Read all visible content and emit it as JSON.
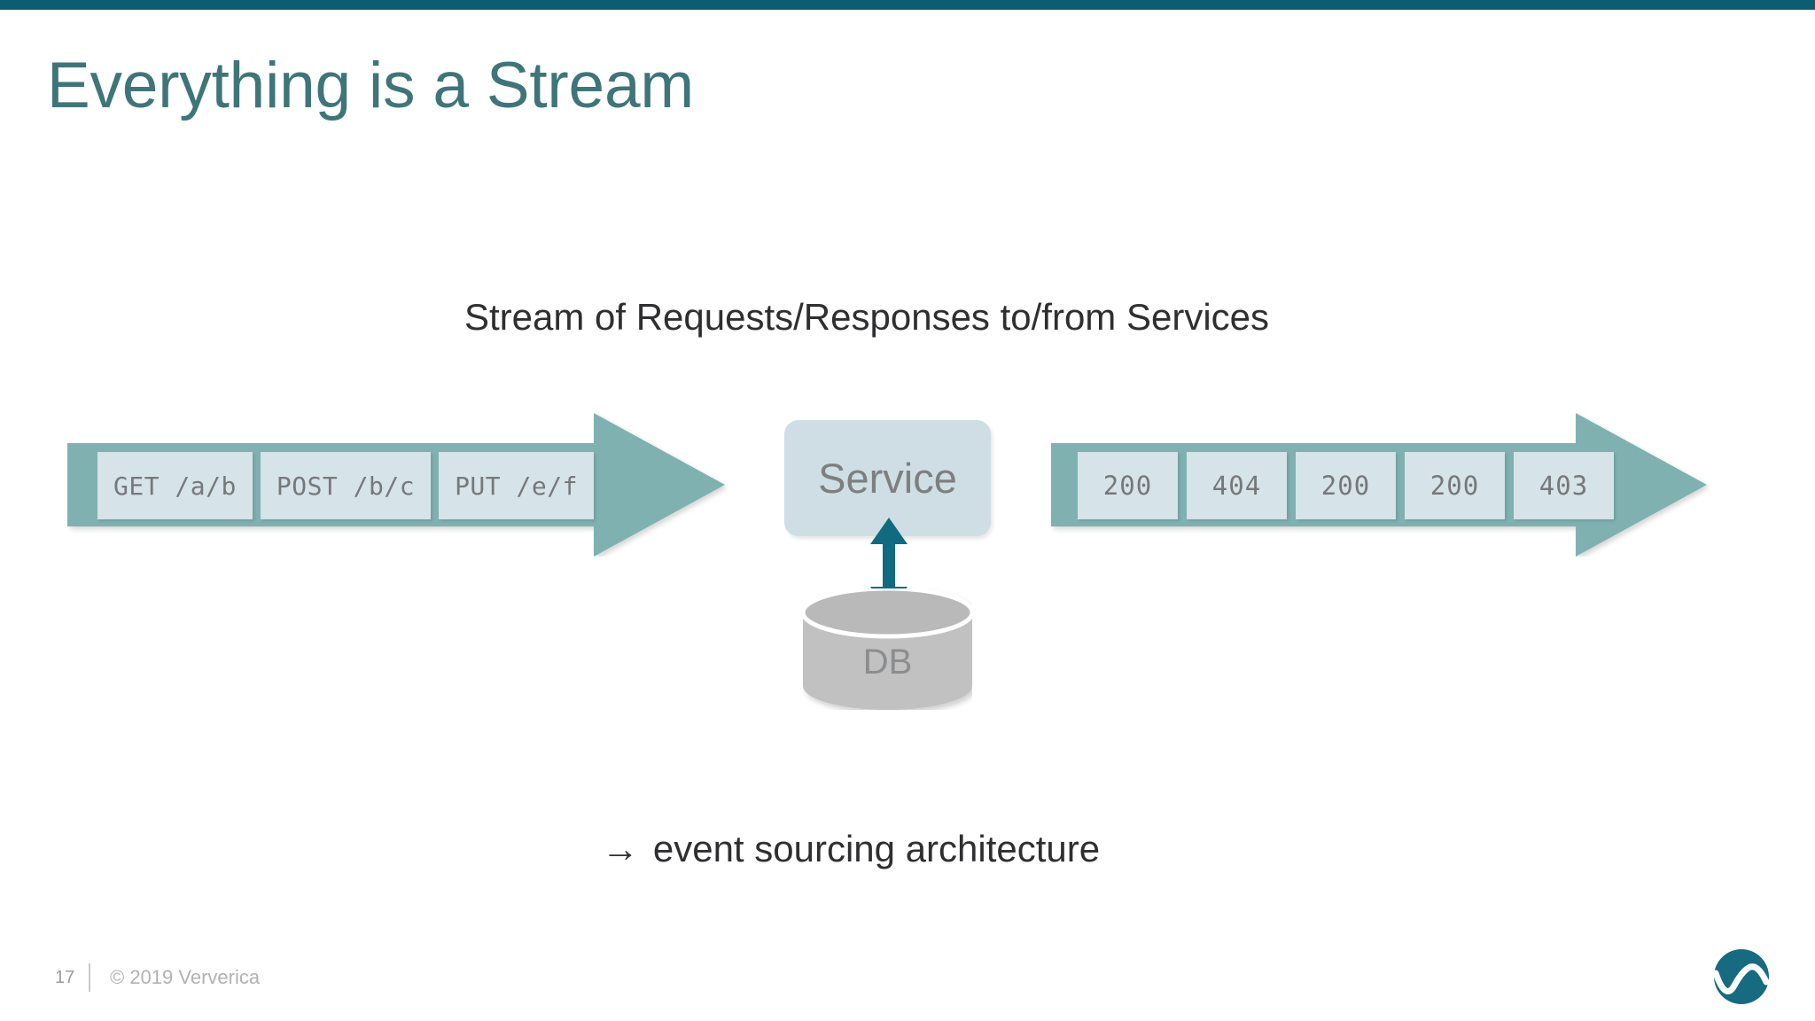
{
  "slide": {
    "title": "Everything is a Stream",
    "subtitle": "Stream of Requests/Responses to/from Services",
    "caption_arrow": "→",
    "caption": "event sourcing architecture"
  },
  "diagram": {
    "request_stream": {
      "label": "request-stream-arrow",
      "tokens": [
        "GET /a/b",
        "POST /b/c",
        "PUT /e/f"
      ]
    },
    "service": {
      "label": "Service"
    },
    "database": {
      "label": "DB"
    },
    "response_stream": {
      "label": "response-stream-arrow",
      "tokens": [
        "200",
        "404",
        "200",
        "200",
        "403"
      ]
    }
  },
  "footer": {
    "page_number": "17",
    "copyright": "© 2019 Ververica"
  },
  "colors": {
    "top_bar": "#0b5e71",
    "title": "#3e7579",
    "arrow_fill": "#7fb1b1",
    "token_fill": "#d6e3e9",
    "service_fill": "#cfdee5",
    "db_fill": "#c1c1c1",
    "bidir_arrow": "#0f6b80",
    "logo": "#166b80"
  }
}
